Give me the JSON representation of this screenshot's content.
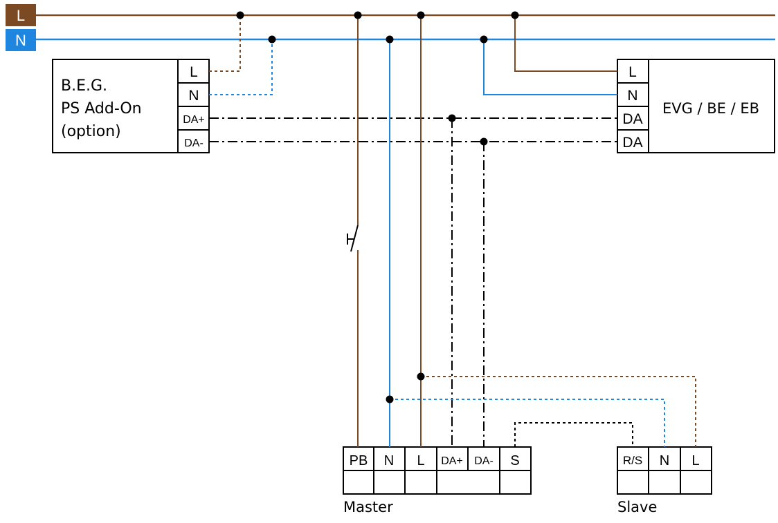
{
  "colors": {
    "live": "#7b4a23",
    "neutral": "#1f86e0",
    "bus": "#000000"
  },
  "rails": {
    "live_label": "L",
    "neutral_label": "N"
  },
  "addon": {
    "name_line1": "B.E.G.",
    "name_line2": "PS Add-On",
    "name_line3": "(option)",
    "terminals": [
      "L",
      "N",
      "DA+",
      "DA-"
    ]
  },
  "ballast": {
    "name": "EVG / BE / EB",
    "terminals": [
      "L",
      "N",
      "DA",
      "DA"
    ]
  },
  "master": {
    "label": "Master",
    "terminals": [
      "PB",
      "N",
      "L",
      "DA+",
      "DA-",
      "S"
    ]
  },
  "slave": {
    "label": "Slave",
    "terminals": [
      "R/S",
      "N",
      "L"
    ]
  },
  "icons": {
    "switch": "push-button-switch-icon",
    "junction": "junction-dot-icon"
  }
}
